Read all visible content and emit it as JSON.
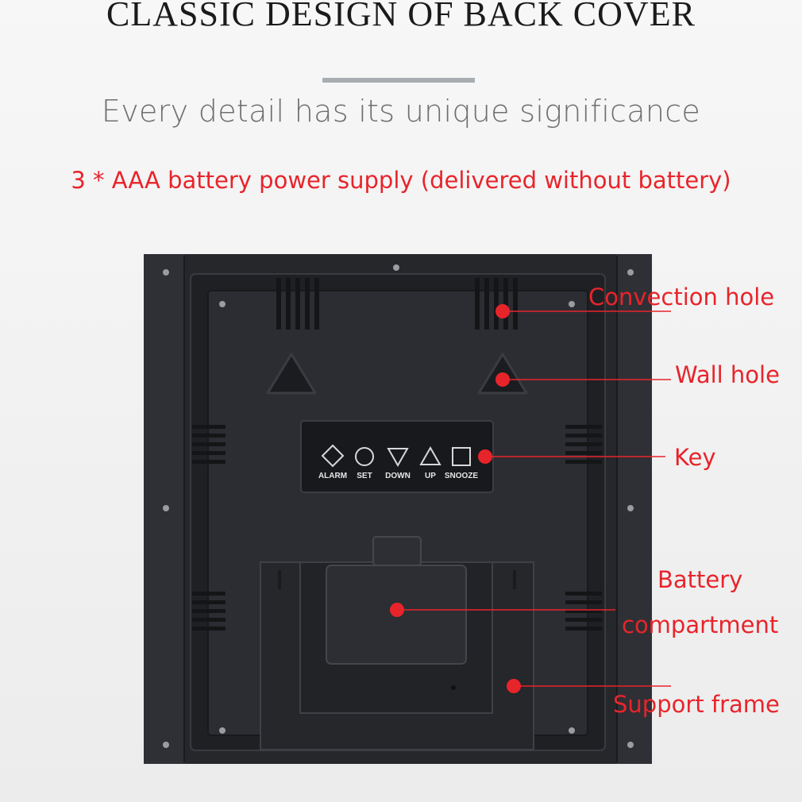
{
  "header": {
    "title": "CLASSIC DESIGN OF BACK COVER",
    "subtitle": "Every detail has its unique significance",
    "power_note": "3 * AAA battery power supply (delivered without battery)"
  },
  "callouts": {
    "convection_hole": "Convection hole",
    "wall_hole": "Wall hole",
    "key": "Key",
    "battery_line1": "Battery",
    "battery_line2": "compartment",
    "support_frame": "Support frame"
  },
  "keys": [
    "ALARM",
    "SET",
    "DOWN",
    "UP",
    "SNOOZE"
  ],
  "colors": {
    "accent_red": "#e8242b",
    "device_body": "#2b2c31",
    "background": "#efefef"
  }
}
